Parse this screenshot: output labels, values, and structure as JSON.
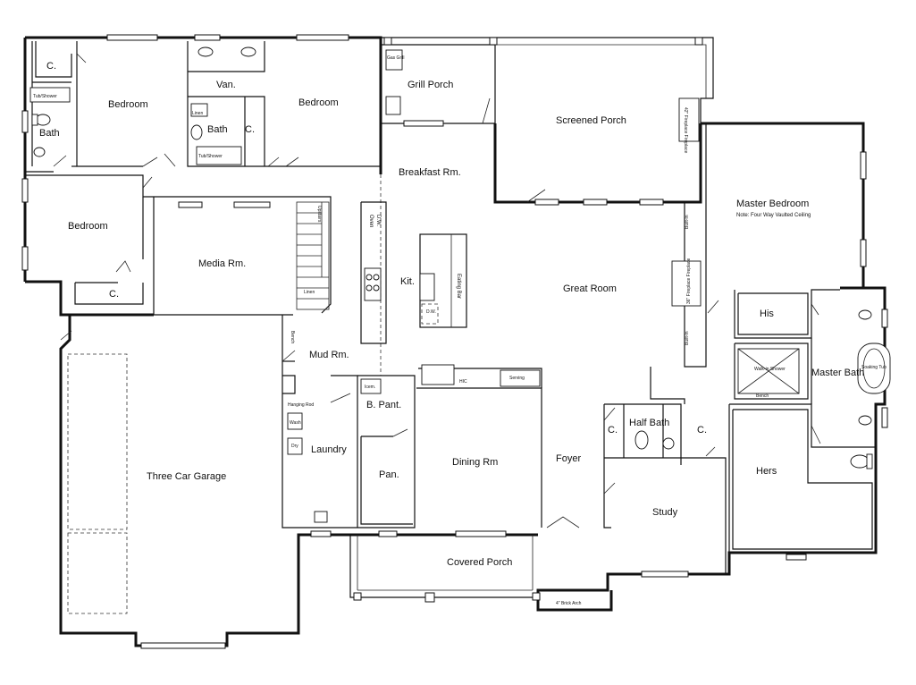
{
  "rooms": {
    "closet_tl": "C.",
    "bath_left": "Bath",
    "tub_shower_left": "Tub/Shower",
    "bedroom_1": "Bedroom",
    "vanity": "Van.",
    "linen_upper": "Linen",
    "bath_center": "Bath",
    "closet_bath": "C.",
    "tub_shower_center": "Tub/Shower",
    "bedroom_2": "Bedroom",
    "bedroom_3": "Bedroom",
    "media_room": "Media Rm.",
    "closet_media": "C.",
    "upstairs": "Upstairs",
    "linen_stair": "Linen",
    "gas_grill": "Gas Grill",
    "grill_porch": "Grill Porch",
    "screened_porch": "Screened Porch",
    "fireplace_porch": "42\" Fireplace Fireplace",
    "breakfast_room": "Breakfast Rm.",
    "oven": "Oven",
    "dw": "D.W.",
    "kitchen": "Kit.",
    "eating_bar": "Eating Bar",
    "dw_island": "D.W.",
    "great_room": "Great Room",
    "built_in_upper": "Built-In",
    "built_in_lower": "Built-In",
    "fireplace_great": "36\" Fireplace Fireplace",
    "master_bedroom": "Master Bedroom",
    "master_note": "Note: Four Way Vaulted Ceiling",
    "bench_mud": "Bench",
    "mud_room": "Mud Rm.",
    "hanging_rod": "Hanging Rod",
    "wash": "Wash",
    "dryer": "Dry",
    "laundry": "Laundry",
    "icemaker": "Icem.",
    "butler_pantry": "B. Pant.",
    "pantry": "Pan.",
    "hic": "HIC",
    "serving": "Serving",
    "dining_room": "Dining Rm",
    "foyer": "Foyer",
    "closet_foyer": "C.",
    "half_bath": "Half Bath",
    "closet_half": "C.",
    "study": "Study",
    "his": "His",
    "walkin_shower": "Walk-in Shower",
    "bench_shower": "Bench",
    "master_bath": "Master Bath",
    "soaking_tub": "Soaking Tub",
    "hers": "Hers",
    "three_car_garage": "Three Car Garage",
    "covered_porch": "Covered Porch",
    "brick_arch": "4\" Brick Arch"
  }
}
